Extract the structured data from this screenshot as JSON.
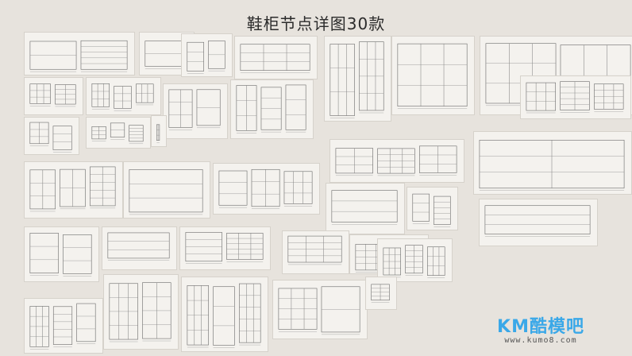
{
  "title": "鞋柜节点详图30款",
  "watermark": {
    "brand": "KM酷模吧",
    "url": "www.kumo8.com",
    "color": "#3aa8e8"
  }
}
